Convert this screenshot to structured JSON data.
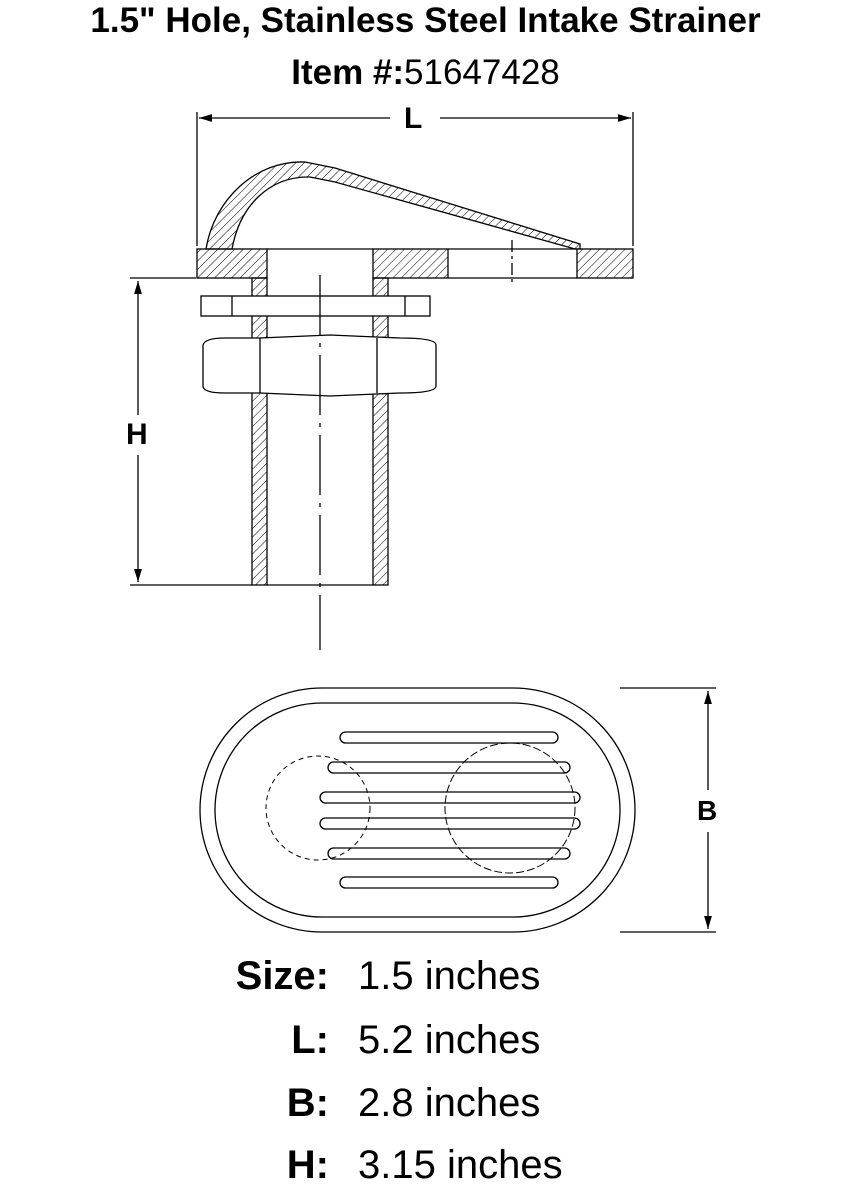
{
  "title": {
    "line1": "1.5\" Hole, Stainless Steel Intake Strainer",
    "item_label": "Item #:",
    "item_number": "51647428"
  },
  "diagram": {
    "dim_labels": {
      "length": "L",
      "height": "H",
      "breadth": "B"
    }
  },
  "specs": [
    {
      "label": "Size:",
      "value": "1.5 inches"
    },
    {
      "label": "L:",
      "value": "5.2 inches"
    },
    {
      "label": "B:",
      "value": "2.8 inches"
    },
    {
      "label": "H:",
      "value": "3.15 inches"
    }
  ]
}
